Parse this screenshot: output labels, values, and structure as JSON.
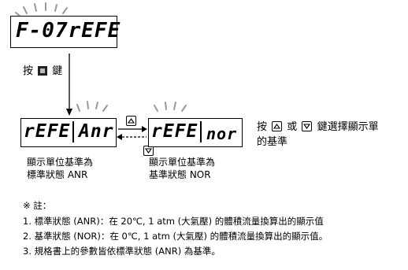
{
  "display_top": "F-07rEFE",
  "press_prefix": "按",
  "press_suffix": "鍵",
  "display_left": {
    "part1": "rEFE",
    "part2": "Anr"
  },
  "display_right": {
    "part1": "rEFE",
    "part2": "nor"
  },
  "side_instruction": {
    "prefix": "按",
    "middle": "或",
    "suffix": "鍵選擇顯示單",
    "line2": "的基準"
  },
  "caption_left": {
    "line1": "顯示單位基準為",
    "line2": "標準狀態 ANR"
  },
  "caption_right": {
    "line1": "顯示單位基準為",
    "line2": "基準狀態 NOR"
  },
  "notes": {
    "heading": "※ 註：",
    "items": [
      "1. 標準狀態 (ANR)：在 20℃, 1 atm (大氣壓) 的體積流量換算出的顯示值",
      "2. 基準狀態 (NOR)：在 0℃, 1 atm (大氣壓) 的體積流量換算出的顯示值。",
      "3. 規格書上的參數皆依標準狀態 (ANR) 為基準。"
    ]
  }
}
